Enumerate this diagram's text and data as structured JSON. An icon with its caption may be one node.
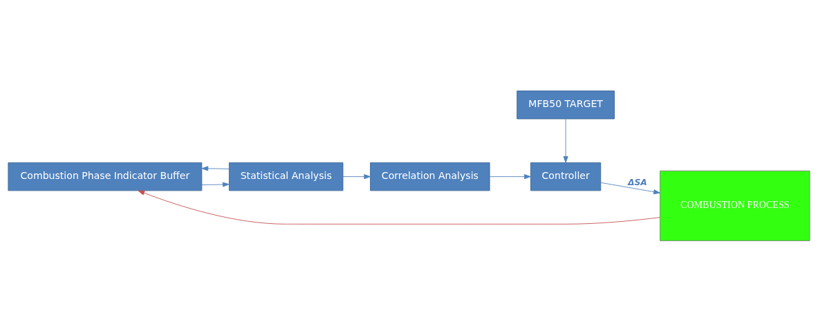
{
  "diagram": {
    "nodes": [
      {
        "text": [
          "Combustion Phase Indicator Buffer"
        ]
      },
      {
        "text": [
          "Statistical Analysis"
        ]
      },
      {
        "text": [
          "Correlation Analysis"
        ]
      },
      {
        "text": [
          "MFB50 TARGET"
        ]
      },
      {
        "text": [
          "Controller"
        ]
      },
      {
        "text": [
          "COMBUSTION PROCESS"
        ]
      }
    ],
    "edges": [
      {
        "from": 1,
        "to": 0,
        "arrow": "to"
      },
      {
        "from": 0,
        "to": 1,
        "arrow": "to"
      },
      {
        "from": 1,
        "to": 2,
        "arrow": "to"
      },
      {
        "from": 2,
        "to": 4,
        "arrow": "to"
      },
      {
        "from": 3,
        "to": 4,
        "arrow": "to"
      },
      {
        "from": 4,
        "to": 5,
        "arrow": "to",
        "label": "ΔSA"
      },
      {
        "from": 5,
        "to": 0,
        "arrow": "to",
        "color": "#c0504d"
      }
    ]
  }
}
